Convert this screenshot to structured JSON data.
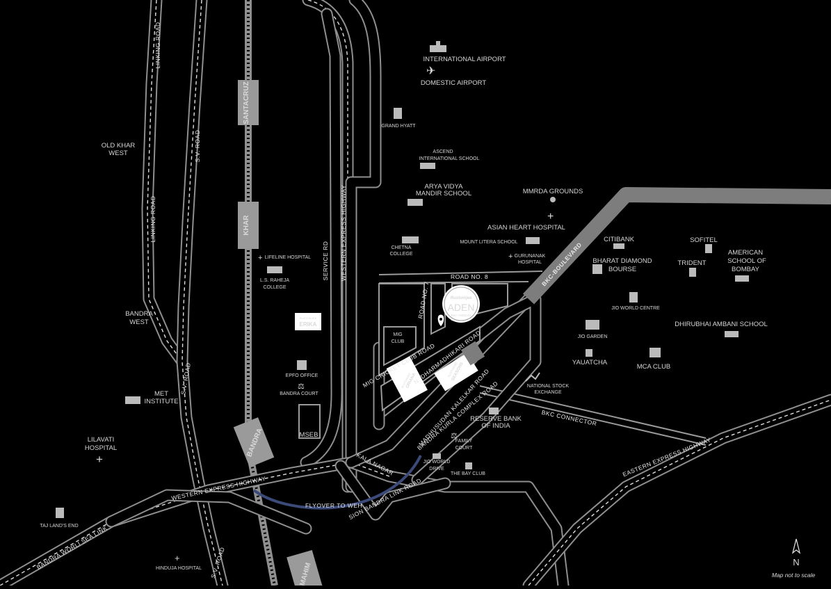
{
  "map": {
    "project": {
      "brand": "Rustomjee",
      "name": "ADEN",
      "tagline": "BKC ANNEXE"
    },
    "projects_nearby": [
      {
        "brand": "RUSTOMJEE",
        "name": "ERIKA"
      },
      {
        "brand": "RUSTOMJEE",
        "name": "ORIANA"
      },
      {
        "brand": "RUSTOMJEE",
        "name": "SEASONS"
      }
    ],
    "stations": {
      "santacruz": "SANTACRUZ",
      "khar": "KHAR",
      "bandra": "BANDRA",
      "mahim": "MAHIM"
    },
    "roads": {
      "linking_road_top": "LINKING ROAD",
      "linking_road_mid": "LINKING ROAD",
      "sv_road_top": "S.V. ROAD",
      "sv_road_mid": "S.V. ROAD",
      "sv_road_bottom": "S.V. ROAD",
      "western_express_highway_vertical": "WESTERN EXPRESS HIGHWAY",
      "western_express_highway_horizontal": "WESTERN EXPRESS HIGHWAY",
      "service_rd": "SERVICE RD",
      "road_no_8": "ROAD NO. 8",
      "road_no_7": "ROAD NO. 7",
      "mig_cricket_club_road": "MIG CRICKET CLUB ROAD",
      "n_dharmadhikari_road": "N. DHARMADHIKARI ROAD",
      "madhusudan_kalelkar_road": "MADHUSUDAN KALELKAR ROAD",
      "bandra_kurla_complex_road": "BANDRA KURLA COMPLEX ROAD",
      "bkc_boulevard": "BKC-BOULEVARD",
      "bkc_connector": "BKC CONNECTOR",
      "eastern_express_highway": "EASTERN EXPRESS HIGHWAY",
      "sion_bandra_link_road": "SION BANDRA LINK ROAD",
      "kala_nagar": "KALA NAGAR",
      "flyover_to_weh": "FLYOVER TO WEH",
      "bandra_worli_sea_link": "BANDRA WORLI SEA LINK"
    },
    "areas": {
      "old_khar_west_1": "OLD KHAR",
      "old_khar_west_2": "WEST",
      "bandra_west_1": "BANDRA",
      "bandra_west_2": "WEST"
    },
    "landmarks": {
      "international_airport": "INTERNATIONAL AIRPORT",
      "domestic_airport": "DOMESTIC AIRPORT",
      "grand_hyatt": "GRAND HYATT",
      "ascend_1": "ASCEND",
      "ascend_2": "INTERNATIONAL SCHOOL",
      "arya_vidya_1": "ARYA VIDYA",
      "arya_vidya_2": "MANDIR SCHOOL",
      "mmrda_grounds": "MMRDA GROUNDS",
      "asian_heart_hospital": "ASIAN HEART HOSPITAL",
      "mount_litera_school": "MOUNT LITERA SCHOOL",
      "gurunanak_1": "GURUNANAK",
      "gurunanak_2": "HOSPITAL",
      "chetna_1": "CHETNA",
      "chetna_2": "COLLEGE",
      "lifeline_hospital": "LIFELINE HOSPITAL",
      "ls_raheja_1": "L.S. RAHEJA",
      "ls_raheja_2": "COLLEGE",
      "mig_club_1": "MIG",
      "mig_club_2": "CLUB",
      "epfo_office": "EPFO OFFICE",
      "bandra_court": "BANDRA COURT",
      "mseb": "MSEB",
      "met_institute_1": "MET",
      "met_institute_2": "INSTITUTE",
      "lilavati_1": "LILAVATI",
      "lilavati_2": "HOSPITAL",
      "taj_lands_end": "TAJ LAND'S END",
      "hinduja_hospital": "HINDUJA HOSPITAL",
      "citibank": "CITIBANK",
      "bharat_diamond_1": "BHARAT DIAMOND",
      "bharat_diamond_2": "BOURSE",
      "trident": "TRIDENT",
      "sofitel": "SOFITEL",
      "american_school_1": "AMERICAN",
      "american_school_2": "SCHOOL OF",
      "american_school_3": "BOMBAY",
      "jio_world_centre": "JIO WORLD CENTRE",
      "jio_garden": "JIO GARDEN",
      "dhirubhai_ambani_school": "DHIRUBHAI AMBANI SCHOOL",
      "yauatcha": "YAUATCHA",
      "mca_club": "MCA CLUB",
      "nse_1": "NATIONAL STOCK",
      "nse_2": "EXCHANGE",
      "rbi_1": "RESERVE BANK",
      "rbi_2": "OF INDIA",
      "family_court_1": "FAMILY",
      "family_court_2": "COURT",
      "jio_world_drive_1": "JIO WORLD",
      "jio_world_drive_2": "DRIVE",
      "the_bay_club": "THE BAY CLUB"
    },
    "compass": {
      "letter": "N",
      "note": "Map not to scale"
    }
  }
}
